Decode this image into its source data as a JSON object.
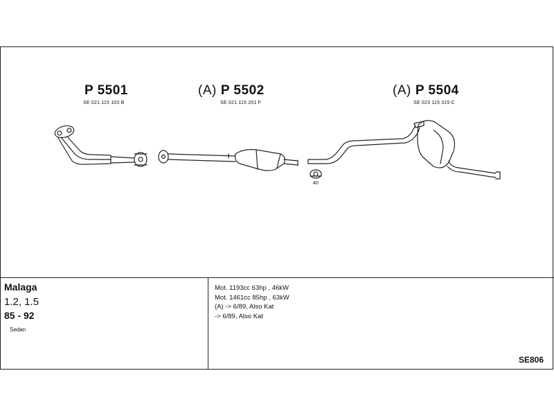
{
  "parts": [
    {
      "prefix": "",
      "code": "P 5501",
      "oe": "SE 021 115 103 B"
    },
    {
      "prefix": "(A)",
      "code": "P 5502",
      "oe": "SE 021 115 201 F"
    },
    {
      "prefix": "(A)",
      "code": "P 5504",
      "oe": "SE 023 115 315 C"
    }
  ],
  "clamp_label": "40",
  "vehicle": {
    "model": "Malaga",
    "engines": "1.2, 1.5",
    "years": "85 - 92",
    "body": "Sedan"
  },
  "notes": [
    "Mot. 1193cc 63hp , 46kW",
    "Mot. 1461cc 85hp , 63kW",
    "(A) -> 6/89, Also Kat",
    "-> 6/89, Also Kat"
  ],
  "diagram_ref": "SE806"
}
